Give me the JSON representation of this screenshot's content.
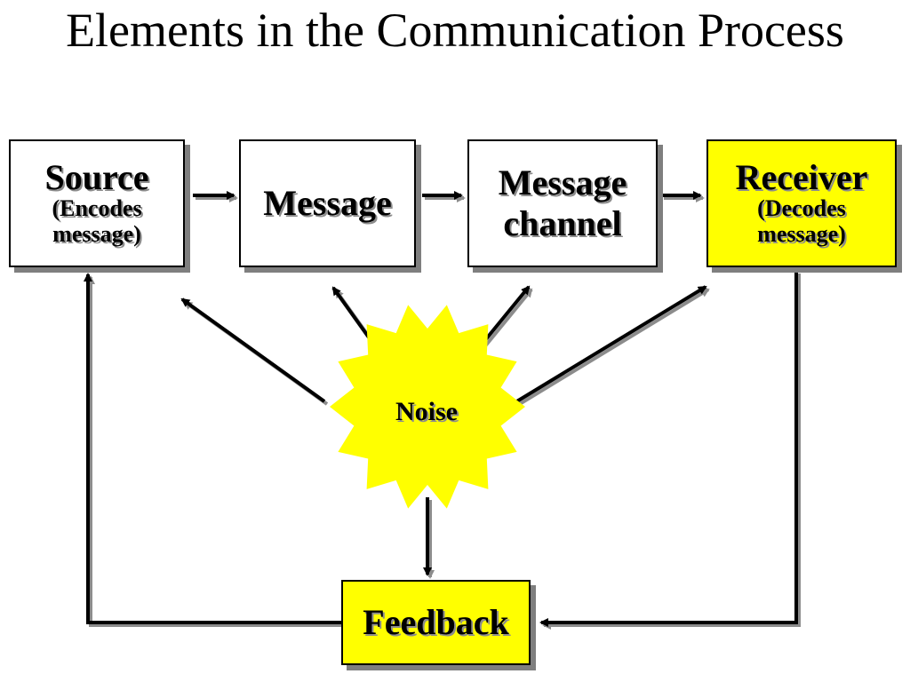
{
  "title": "Elements in the Communication Process",
  "colors": {
    "box_white": "#ffffff",
    "box_yellow": "#ffff00",
    "shadow": "#7f7f7f",
    "arrow": "#000000"
  },
  "boxes": {
    "source": {
      "label": "Source",
      "sub": "(Encodes message)"
    },
    "message": {
      "label": "Message"
    },
    "channel": {
      "label": "Message channel"
    },
    "receiver": {
      "label": "Receiver",
      "sub": "(Decodes message)"
    },
    "feedback": {
      "label": "Feedback"
    }
  },
  "noise": {
    "label": "Noise",
    "icon": "starburst-icon"
  }
}
